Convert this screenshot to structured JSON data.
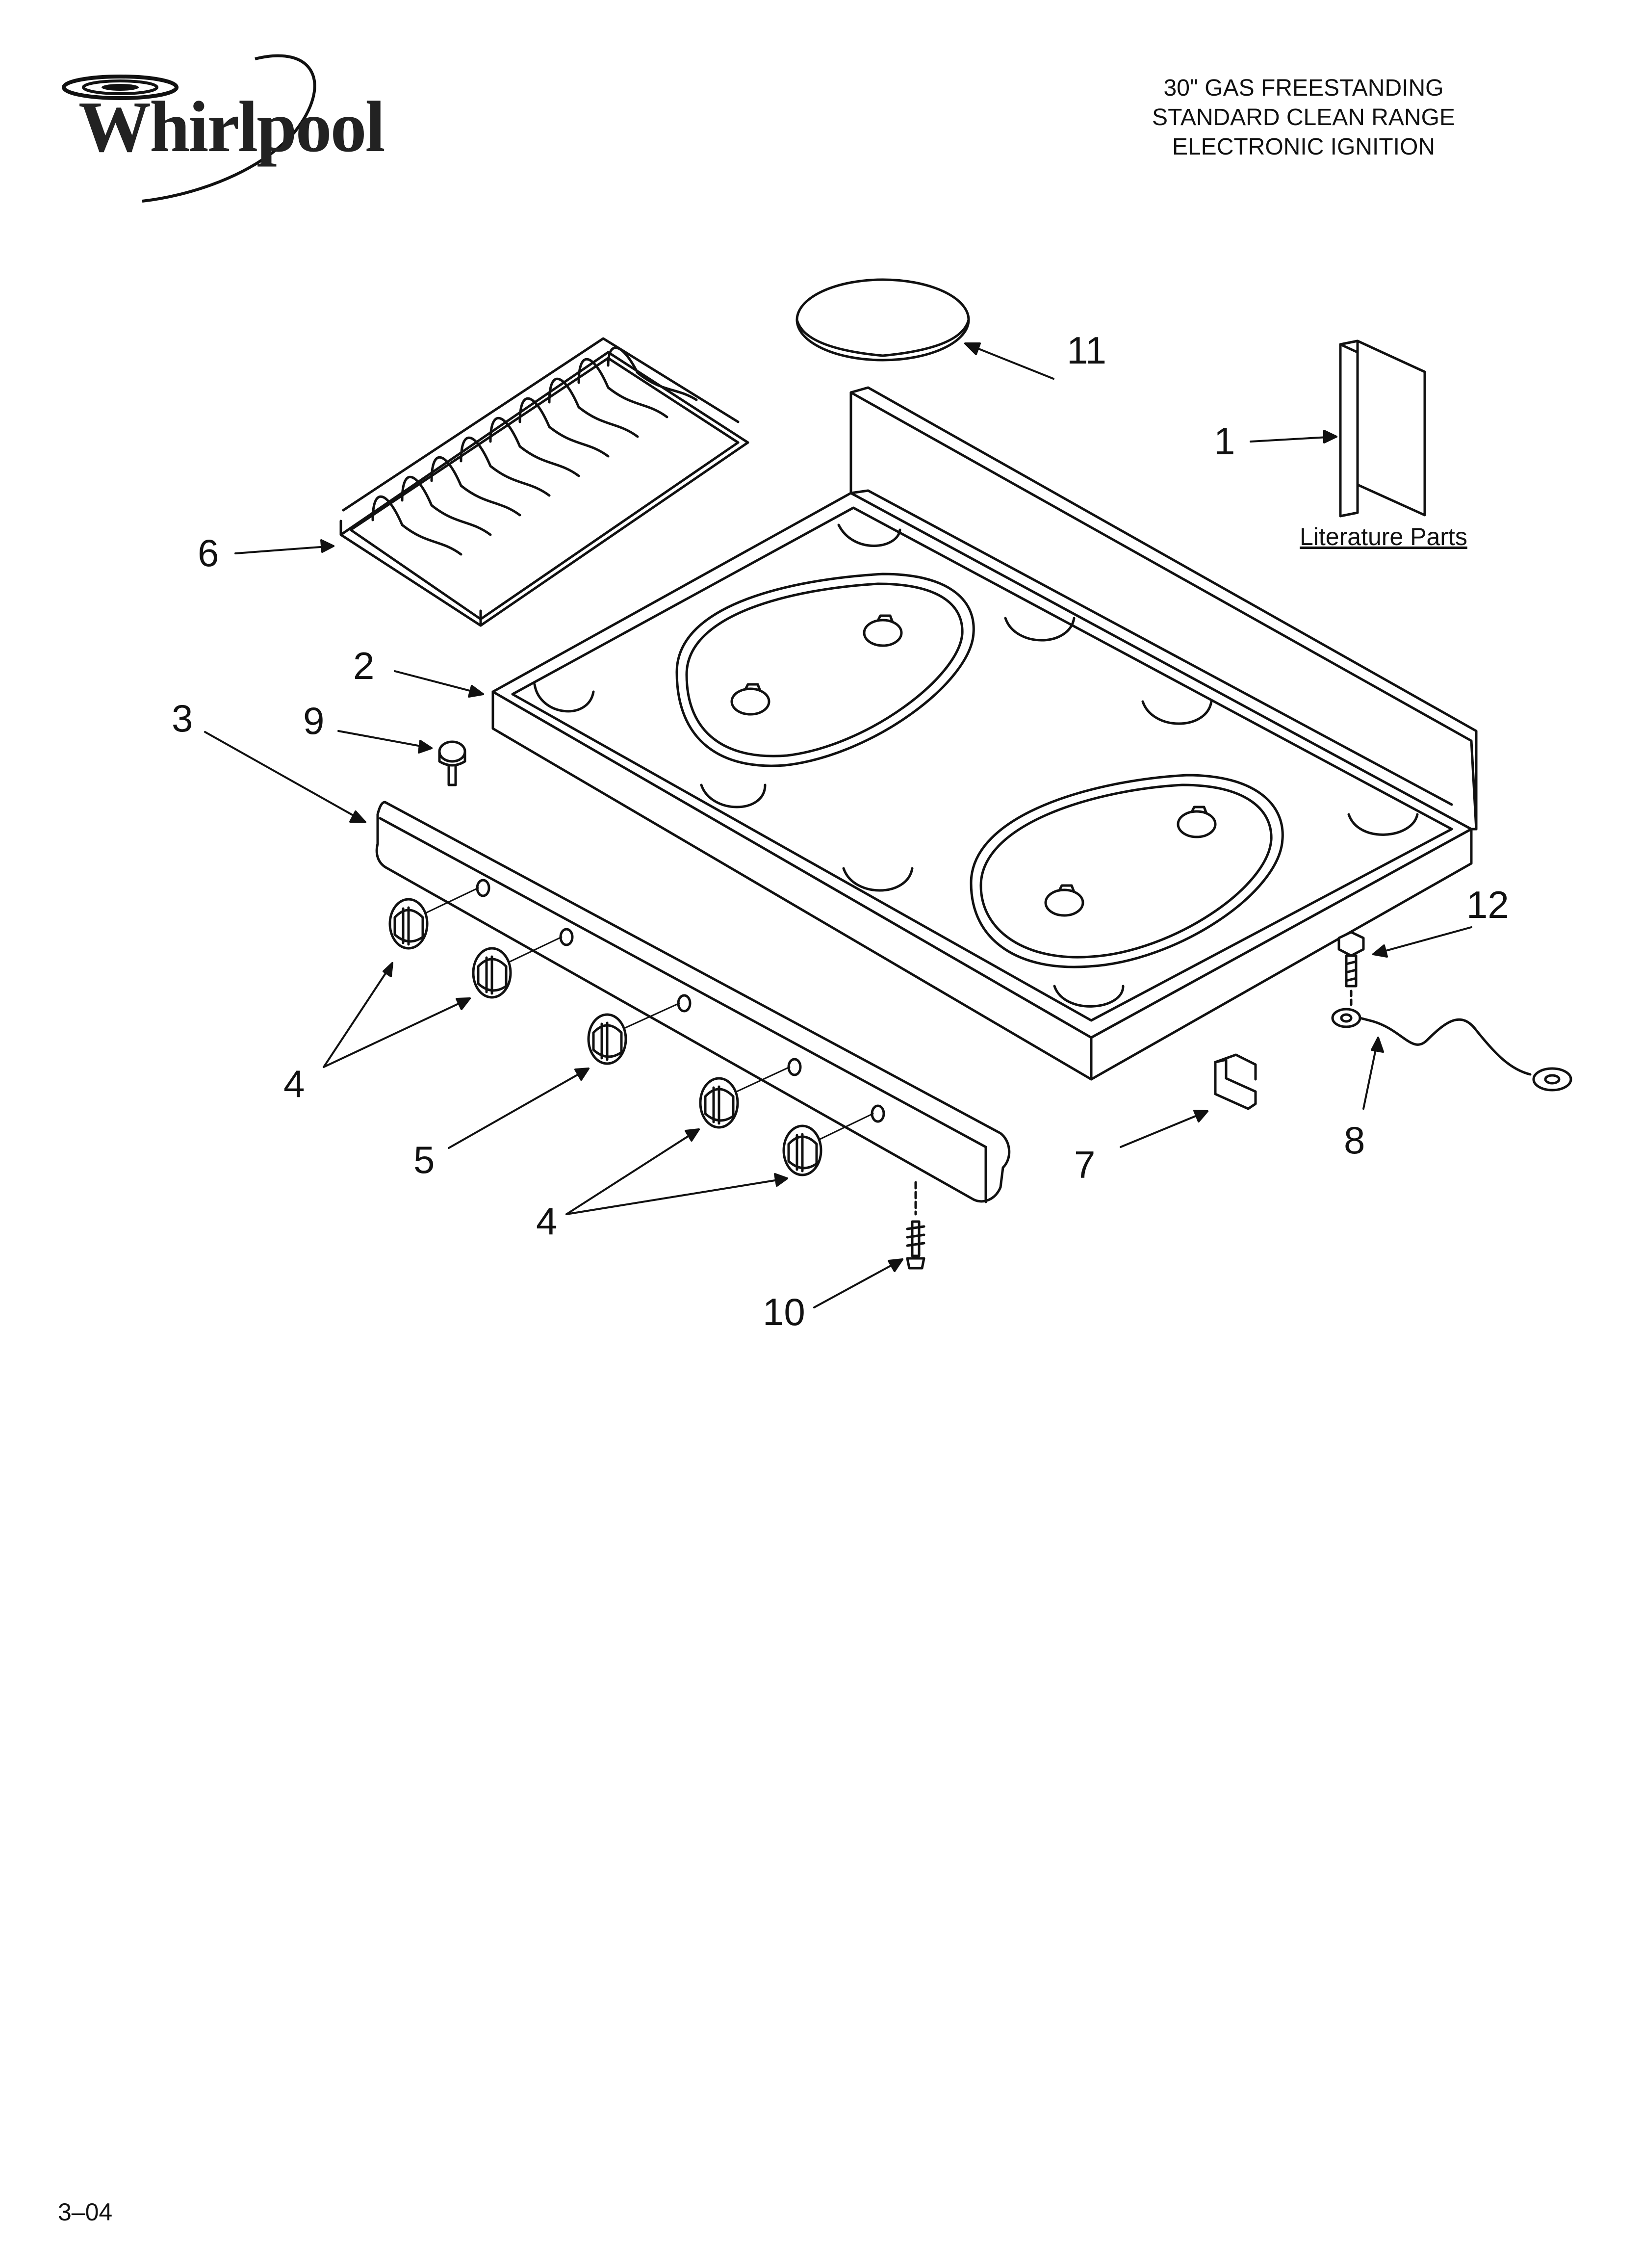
{
  "brand": {
    "logo_text": "Whirlpool"
  },
  "header": {
    "lines": [
      "30\" GAS FREESTANDING",
      "STANDARD CLEAN RANGE",
      "ELECTRONIC IGNITION"
    ]
  },
  "callouts": {
    "c1": "1",
    "c2": "2",
    "c3": "3",
    "c4a": "4",
    "c4b": "4",
    "c5": "5",
    "c6": "6",
    "c7": "7",
    "c8": "8",
    "c9": "9",
    "c10": "10",
    "c11": "11",
    "c12": "12"
  },
  "literature_label": "Literature Parts",
  "footer": {
    "code": "3–04"
  },
  "colors": {
    "line": "#111111",
    "background": "#ffffff"
  }
}
